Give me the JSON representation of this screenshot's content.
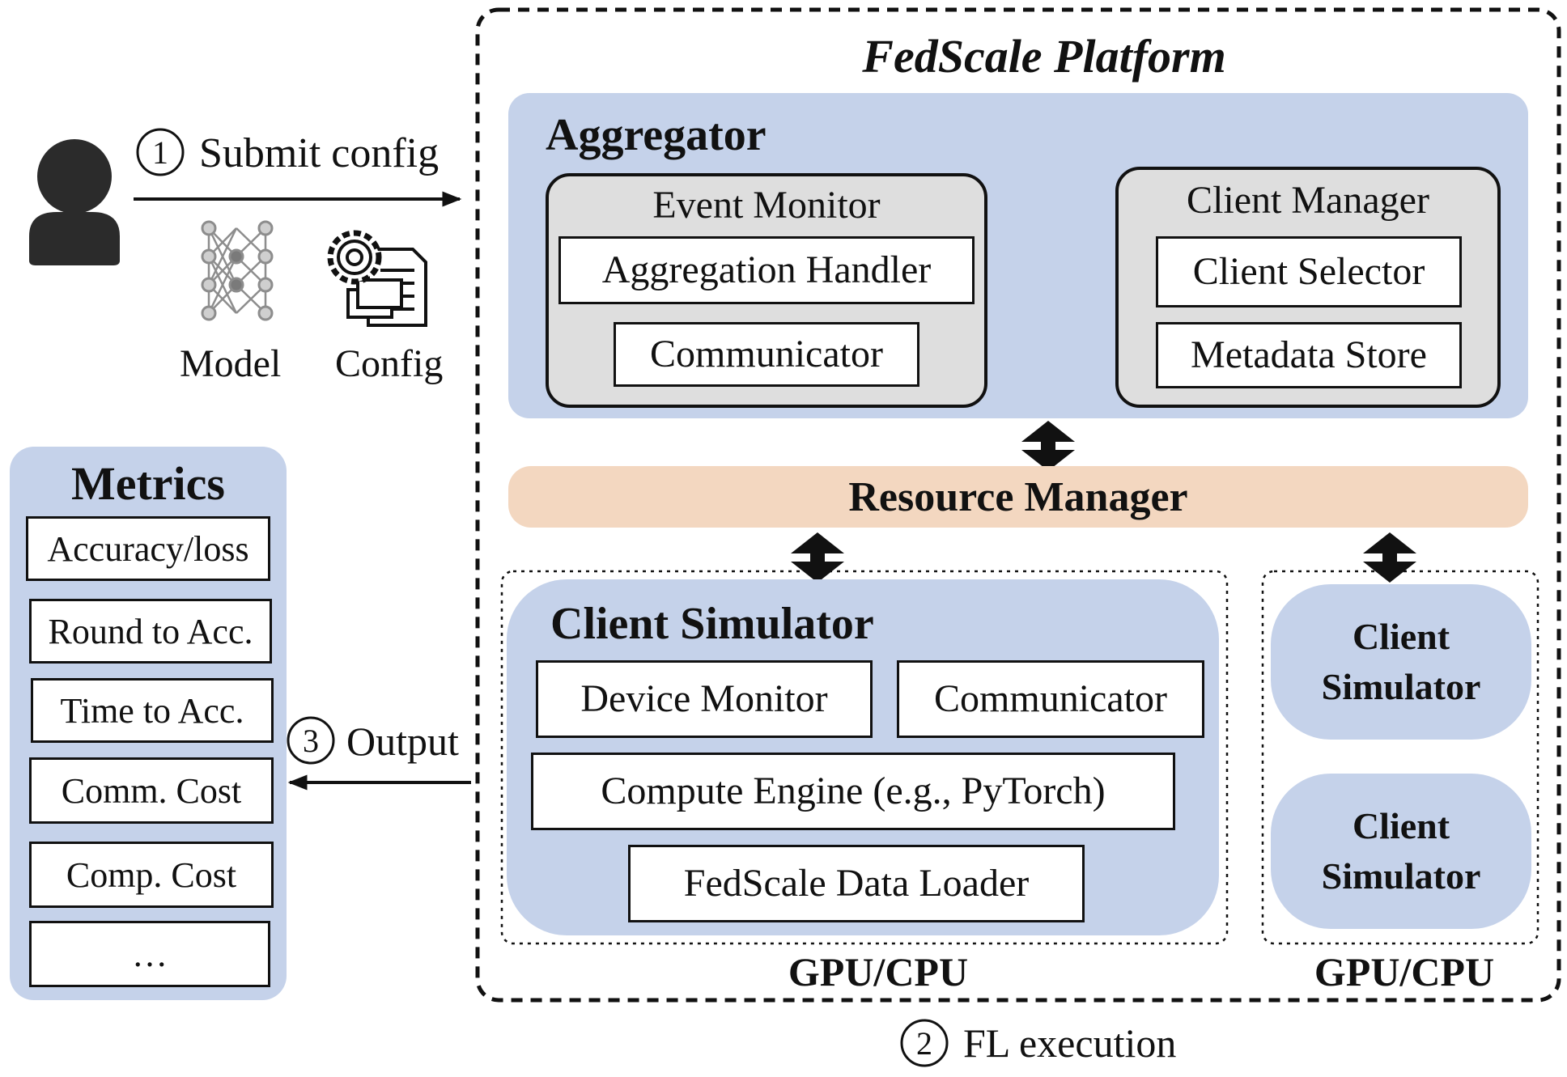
{
  "platform": {
    "title": "FedScale Platform",
    "aggregator": {
      "title": "Aggregator",
      "event_monitor": {
        "title": "Event Monitor",
        "items": [
          "Aggregation Handler",
          "Communicator"
        ]
      },
      "client_manager": {
        "title": "Client Manager",
        "items": [
          "Client Selector",
          "Metadata Store"
        ]
      }
    },
    "resource_manager": "Resource Manager",
    "client_simulator": {
      "title": "Client Simulator",
      "device_monitor": "Device Monitor",
      "communicator": "Communicator",
      "compute_engine": "Compute Engine (e.g., PyTorch)",
      "data_loader": "FedScale Data Loader"
    },
    "small_simulators": [
      {
        "line1": "Client",
        "line2": "Simulator"
      },
      {
        "line1": "Client",
        "line2": "Simulator"
      }
    ],
    "gpu_labels": [
      "GPU/CPU",
      "GPU/CPU"
    ]
  },
  "steps": {
    "submit": {
      "num": "1",
      "label": "Submit config"
    },
    "execution": {
      "num": "2",
      "label": "FL execution"
    },
    "output": {
      "num": "3",
      "label": "Output"
    }
  },
  "inputs": {
    "model_label": "Model",
    "config_label": "Config"
  },
  "metrics": {
    "title": "Metrics",
    "items": [
      "Accuracy/loss",
      "Round to Acc.",
      "Time to Acc.",
      "Comm. Cost",
      "Comp. Cost",
      "…"
    ]
  },
  "colors": {
    "panel_blue": "#c5d2ea",
    "resource_peach": "#f3d7c0",
    "grey_box": "#dedede",
    "outline": "#111111"
  },
  "icons": [
    "user-icon",
    "neural-network-icon",
    "config-document-icon",
    "cycle-arrows-icon",
    "double-arrow-icon"
  ]
}
